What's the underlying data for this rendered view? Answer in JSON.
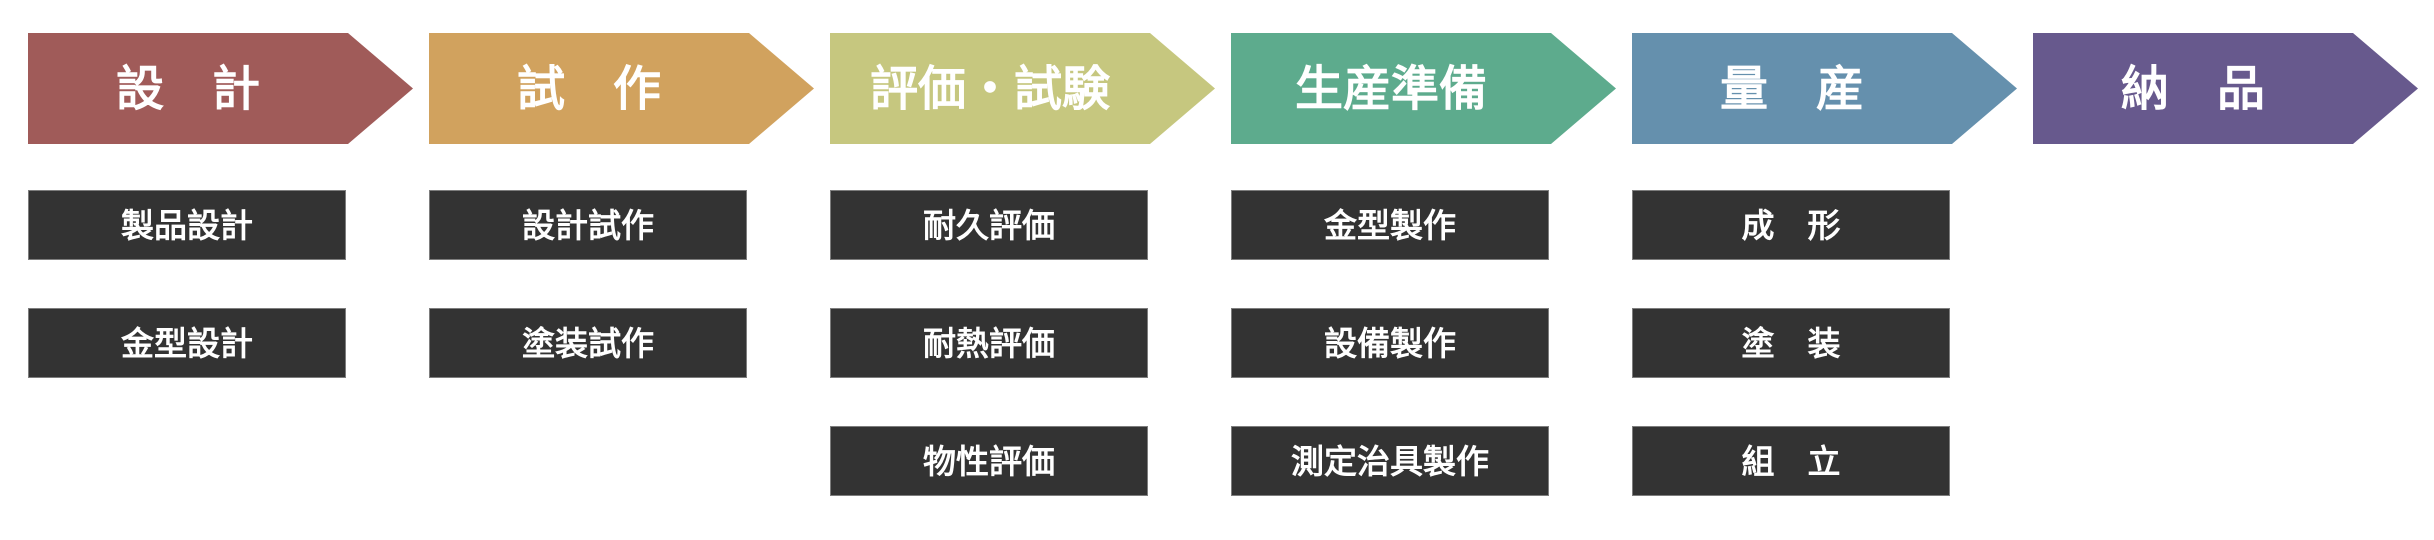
{
  "stages": [
    {
      "label": "設　計",
      "color": "#a05b59",
      "tasks": [
        "製品設計",
        "金型設計"
      ]
    },
    {
      "label": "試　作",
      "color": "#d1a25e",
      "tasks": [
        "設計試作",
        "塗装試作"
      ]
    },
    {
      "label": "評価・試験",
      "color": "#c6c77f",
      "tasks": [
        "耐久評価",
        "耐熱評価",
        "物性評価"
      ]
    },
    {
      "label": "生産準備",
      "color": "#5dab8d",
      "tasks": [
        "金型製作",
        "設備製作",
        "測定治具製作"
      ]
    },
    {
      "label": "量　産",
      "color": "#6590ad",
      "tasks": [
        "成　形",
        "塗　装",
        "組　立"
      ]
    },
    {
      "label": "納　品",
      "color": "#67598d",
      "tasks": []
    }
  ]
}
